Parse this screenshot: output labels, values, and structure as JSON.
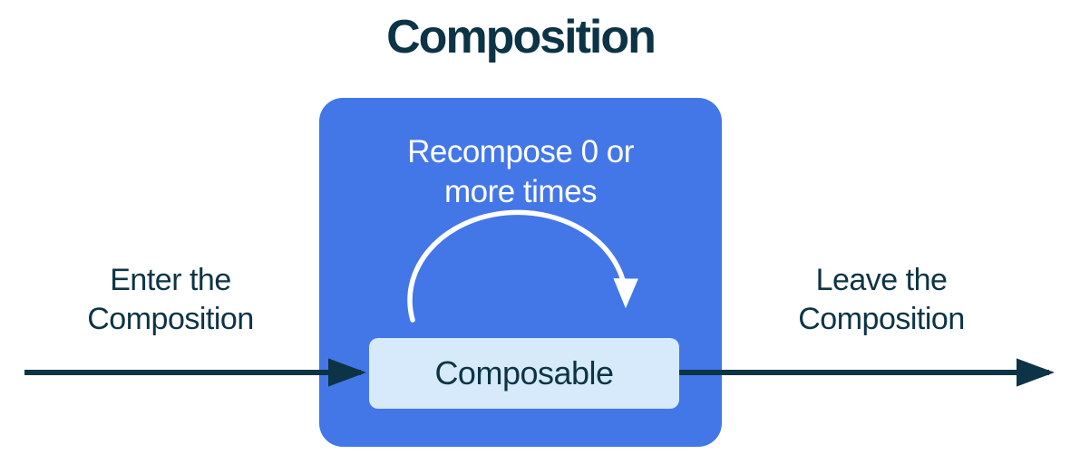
{
  "diagram": {
    "title": "Composition",
    "enter_label": "Enter the\nComposition",
    "leave_label": "Leave the\nComposition",
    "recompose_label": "Recompose 0 or\nmore times",
    "composable_label": "Composable",
    "icons": {
      "enter_arrow": "right-arrow",
      "leave_arrow": "right-arrow",
      "recompose_arrow": "clockwise-arc-arrow"
    }
  },
  "colors": {
    "navy": "#0d3446",
    "blue": "#4377e8",
    "composable_bg": "#d6eafc",
    "arc_white": "#ffffff",
    "background": "#ffffff"
  }
}
